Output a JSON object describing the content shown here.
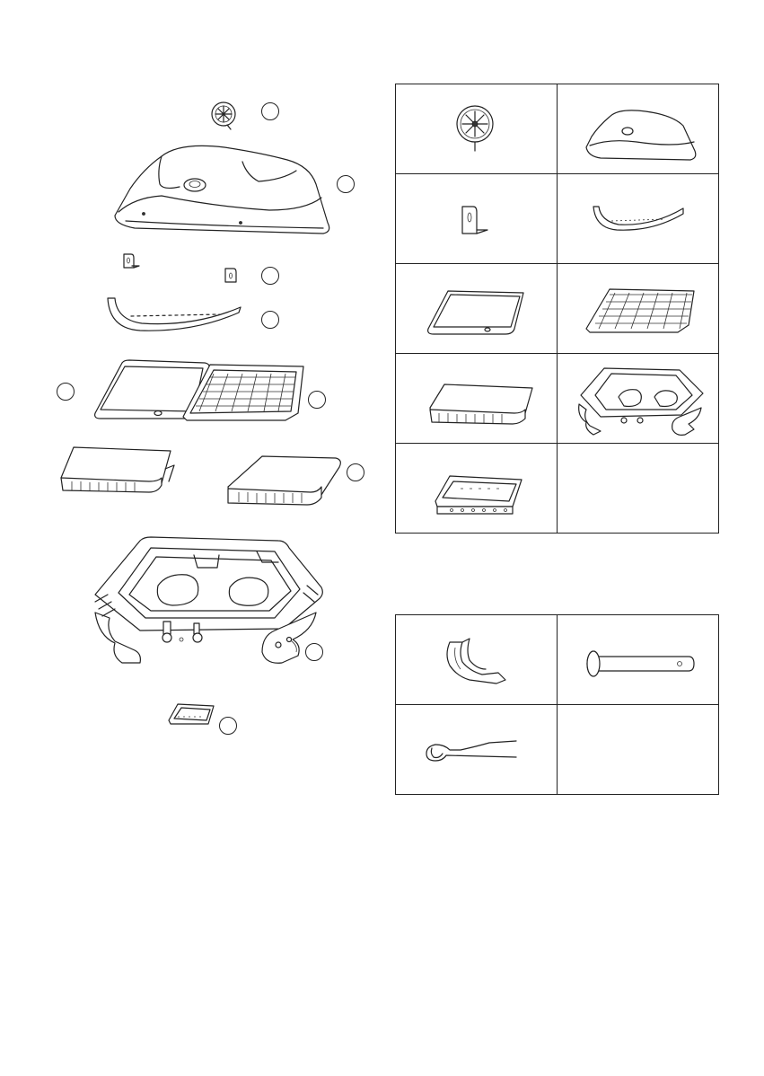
{
  "page": {
    "description_texts": []
  },
  "exploded_view": {
    "parts": [
      {
        "name": "thermometer",
        "callout_label": ""
      },
      {
        "name": "lid",
        "callout_label": ""
      },
      {
        "name": "lid-hinge-brackets",
        "callout_label": ""
      },
      {
        "name": "handle",
        "callout_label": ""
      },
      {
        "name": "griddle-plate-and-grill-grate",
        "callout_label": ""
      },
      {
        "name": "side-tables",
        "callout_label": ""
      },
      {
        "name": "base",
        "callout_label": ""
      },
      {
        "name": "grease-tray",
        "callout_label": ""
      }
    ]
  },
  "parts_table": {
    "rows": 5,
    "cols": 2,
    "cells": [
      "thermometer",
      "lid",
      "hinge-bracket",
      "handle",
      "griddle-plate",
      "grill-grate",
      "side-table",
      "base",
      "grease-tray",
      ""
    ]
  },
  "hardware_table": {
    "rows": 2,
    "cols": 2,
    "cells": [
      "hinge-cover",
      "hinge-pin",
      "r-clip",
      ""
    ]
  }
}
